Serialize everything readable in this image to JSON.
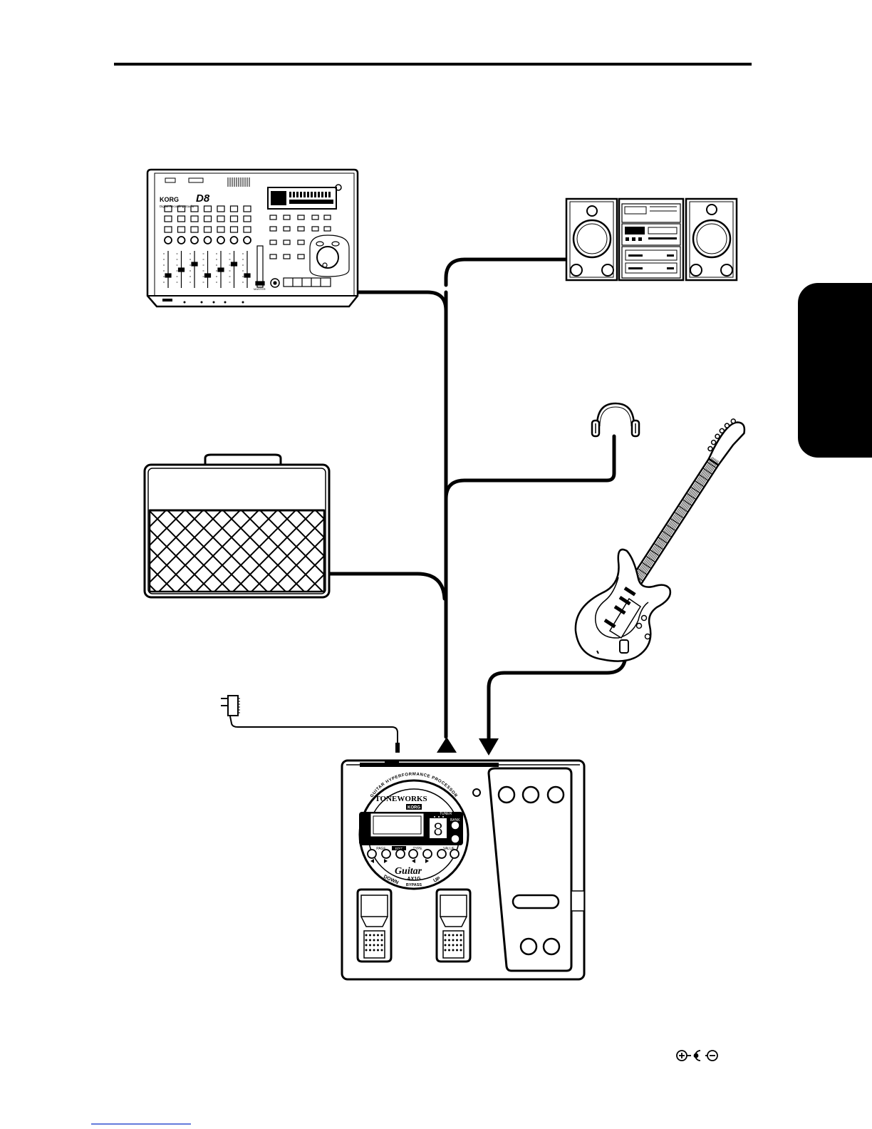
{
  "devices": {
    "recorder": {
      "brand": "KORG",
      "model": "D8",
      "subtitle": "Digital Recording Studio"
    },
    "processor": {
      "ring_text": "GUITAR HYPERFORMANCE PROCESSOR",
      "brand": "TONEWORKS",
      "maker": "KORG",
      "tuner": "TUNER",
      "bank": "BANK",
      "page": "PAGE",
      "edit": "EDIT",
      "type": "TYPE",
      "value": "VALUE",
      "down": "DOWN",
      "up": "UP",
      "bypass": "BYPASS",
      "model_script": "Guitar",
      "model": "AX1G",
      "digit": "8"
    }
  },
  "colors": {
    "ink": "#000000",
    "paper": "#ffffff",
    "footer_line": "#3050d0"
  }
}
